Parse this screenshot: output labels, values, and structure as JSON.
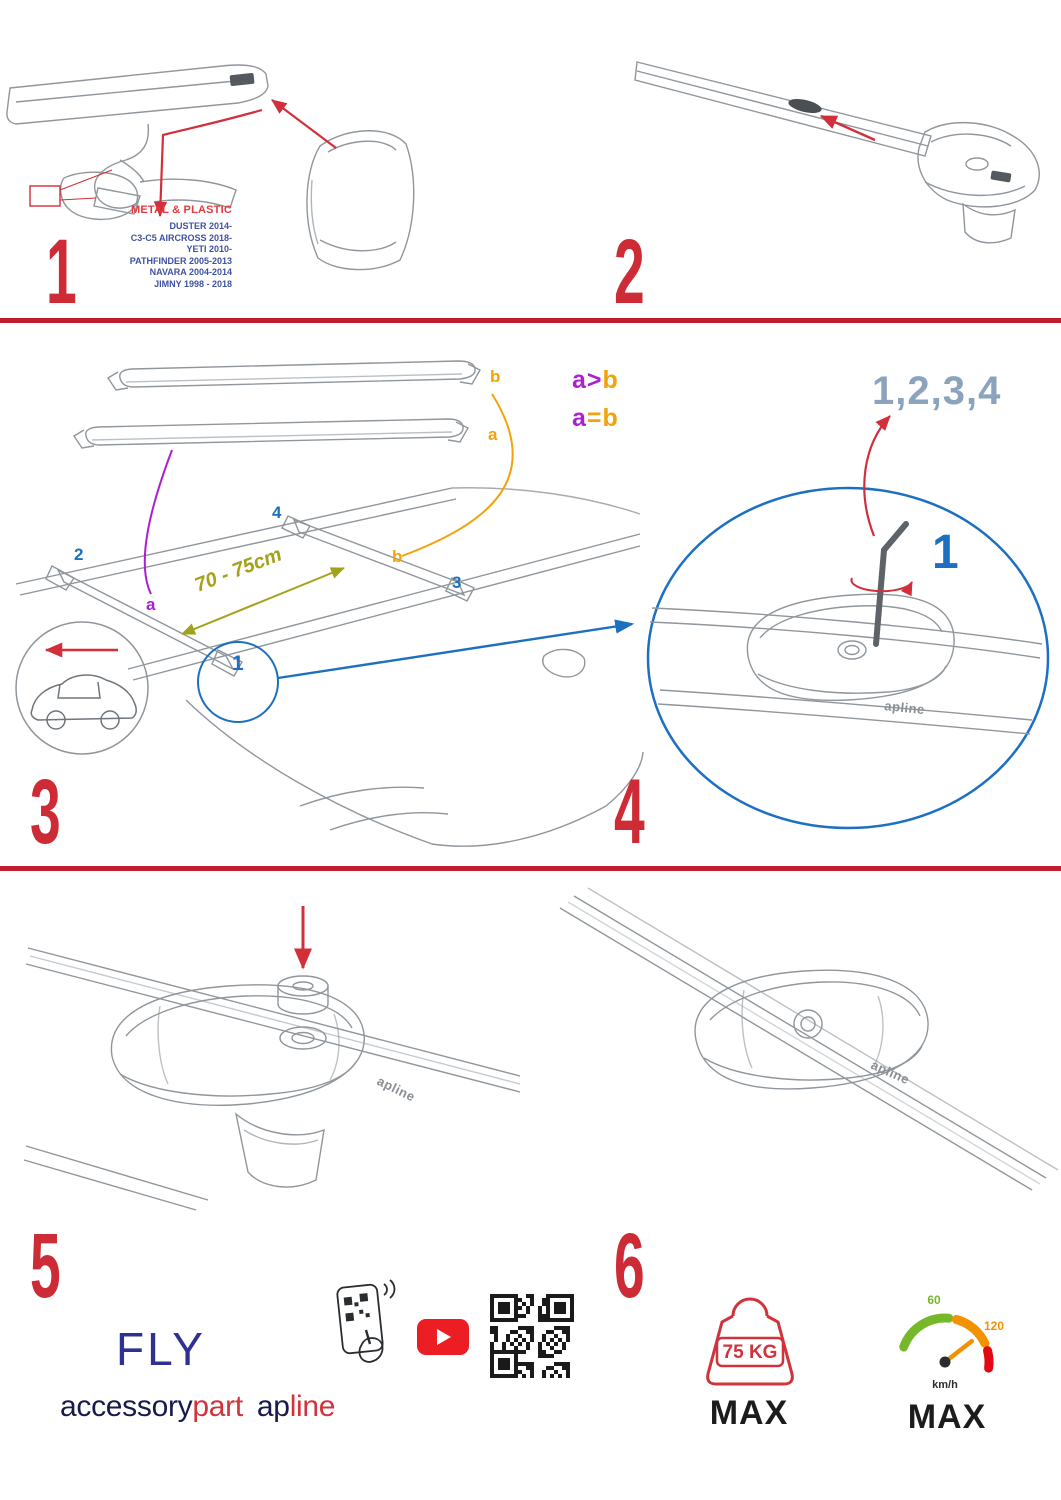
{
  "steps": {
    "s1": {
      "number": "1",
      "material_label": "METAL & PLASTIC",
      "models": [
        "DUSTER 2014-",
        "C3-C5 AIRCROSS 2018-",
        "YETI 2010-",
        "PATHFINDER 2005-2013",
        "NAVARA 2004-2014",
        "JIMNY 1998 - 2018"
      ]
    },
    "s2": {
      "number": "2"
    },
    "s3": {
      "number": "3",
      "compare_gt": {
        "a": "a",
        "op": ">",
        "b": "b"
      },
      "compare_eq": {
        "a": "a",
        "op": "=",
        "b": "b"
      },
      "bar_b": "b",
      "bar_a": "a",
      "roof_2": "2",
      "roof_4": "4",
      "roof_3": "3",
      "roof_b": "b",
      "roof_a": "a",
      "roof_1": "1",
      "distance": "70 - 75cm"
    },
    "s4": {
      "number": "4",
      "sequence": "1,2,3,4",
      "highlight": "1",
      "logo": "apline"
    },
    "s5": {
      "number": "5",
      "logo": "apline"
    },
    "s6": {
      "number": "6",
      "logo": "apline"
    }
  },
  "footer": {
    "fly": "FLY",
    "brand": {
      "accessory": "accessory",
      "part": "part",
      "ap": "ap",
      "line": "line"
    },
    "weight": {
      "value": "75 KG",
      "max": "MAX"
    },
    "speed": {
      "low": "60",
      "high": "120",
      "unit": "km/h",
      "max": "MAX"
    }
  },
  "colors": {
    "accent_red": "#cd2b35",
    "divider_red": "#bf1e2e",
    "blue": "#1d6fc2",
    "slate_sequence": "#8ba3bd",
    "purple": "#ab1fd3",
    "orange": "#f2a20b",
    "olive": "#a3a21b",
    "navy_fly": "#2e3192",
    "brand_dark": "#181a4d",
    "model_blue": "#3f51a3",
    "youtube_red": "#ed1d24",
    "speed_green": "#76b82a",
    "speed_orange": "#f39200",
    "speed_red": "#e30613"
  }
}
